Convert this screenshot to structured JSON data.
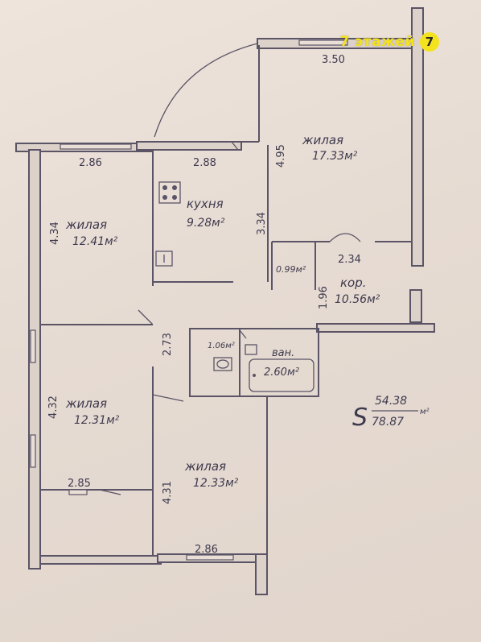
{
  "brand": {
    "label": "7 этажей",
    "logo_glyph": "7",
    "color": "#f4e21c"
  },
  "rooms": {
    "living_top_right": {
      "name": "жилая",
      "area": "17.33м²"
    },
    "kitchen": {
      "name": "кухня",
      "area": "9.28м²"
    },
    "living_upper_left": {
      "name": "жилая",
      "area": "12.41м²"
    },
    "closet": {
      "area": "0.99м²"
    },
    "corridor": {
      "name": "кор.",
      "area": "10.56м²"
    },
    "toilet": {
      "area": "1.06м²"
    },
    "bath": {
      "name": "ван.",
      "area": "2.60м²"
    },
    "living_lower_left": {
      "name": "жилая",
      "area": "12.31м²"
    },
    "living_lower_mid": {
      "name": "жилая",
      "area": "12.33м²"
    }
  },
  "dimensions": {
    "d_350": "3.50",
    "d_286_top": "2.86",
    "d_288": "2.88",
    "d_495": "4.95",
    "d_434": "4.34",
    "d_334": "3.34",
    "d_234": "2.34",
    "d_196": "1.96",
    "d_273": "2.73",
    "d_432": "4.32",
    "d_285": "2.85",
    "d_431": "4.31",
    "d_286_bottom": "2.86"
  },
  "total_area": {
    "symbol": "S",
    "living": "54.38",
    "total": "78.87",
    "unit": "м²"
  },
  "colors": {
    "ink": "#3e3a4e",
    "paper": "#e9ded6"
  }
}
